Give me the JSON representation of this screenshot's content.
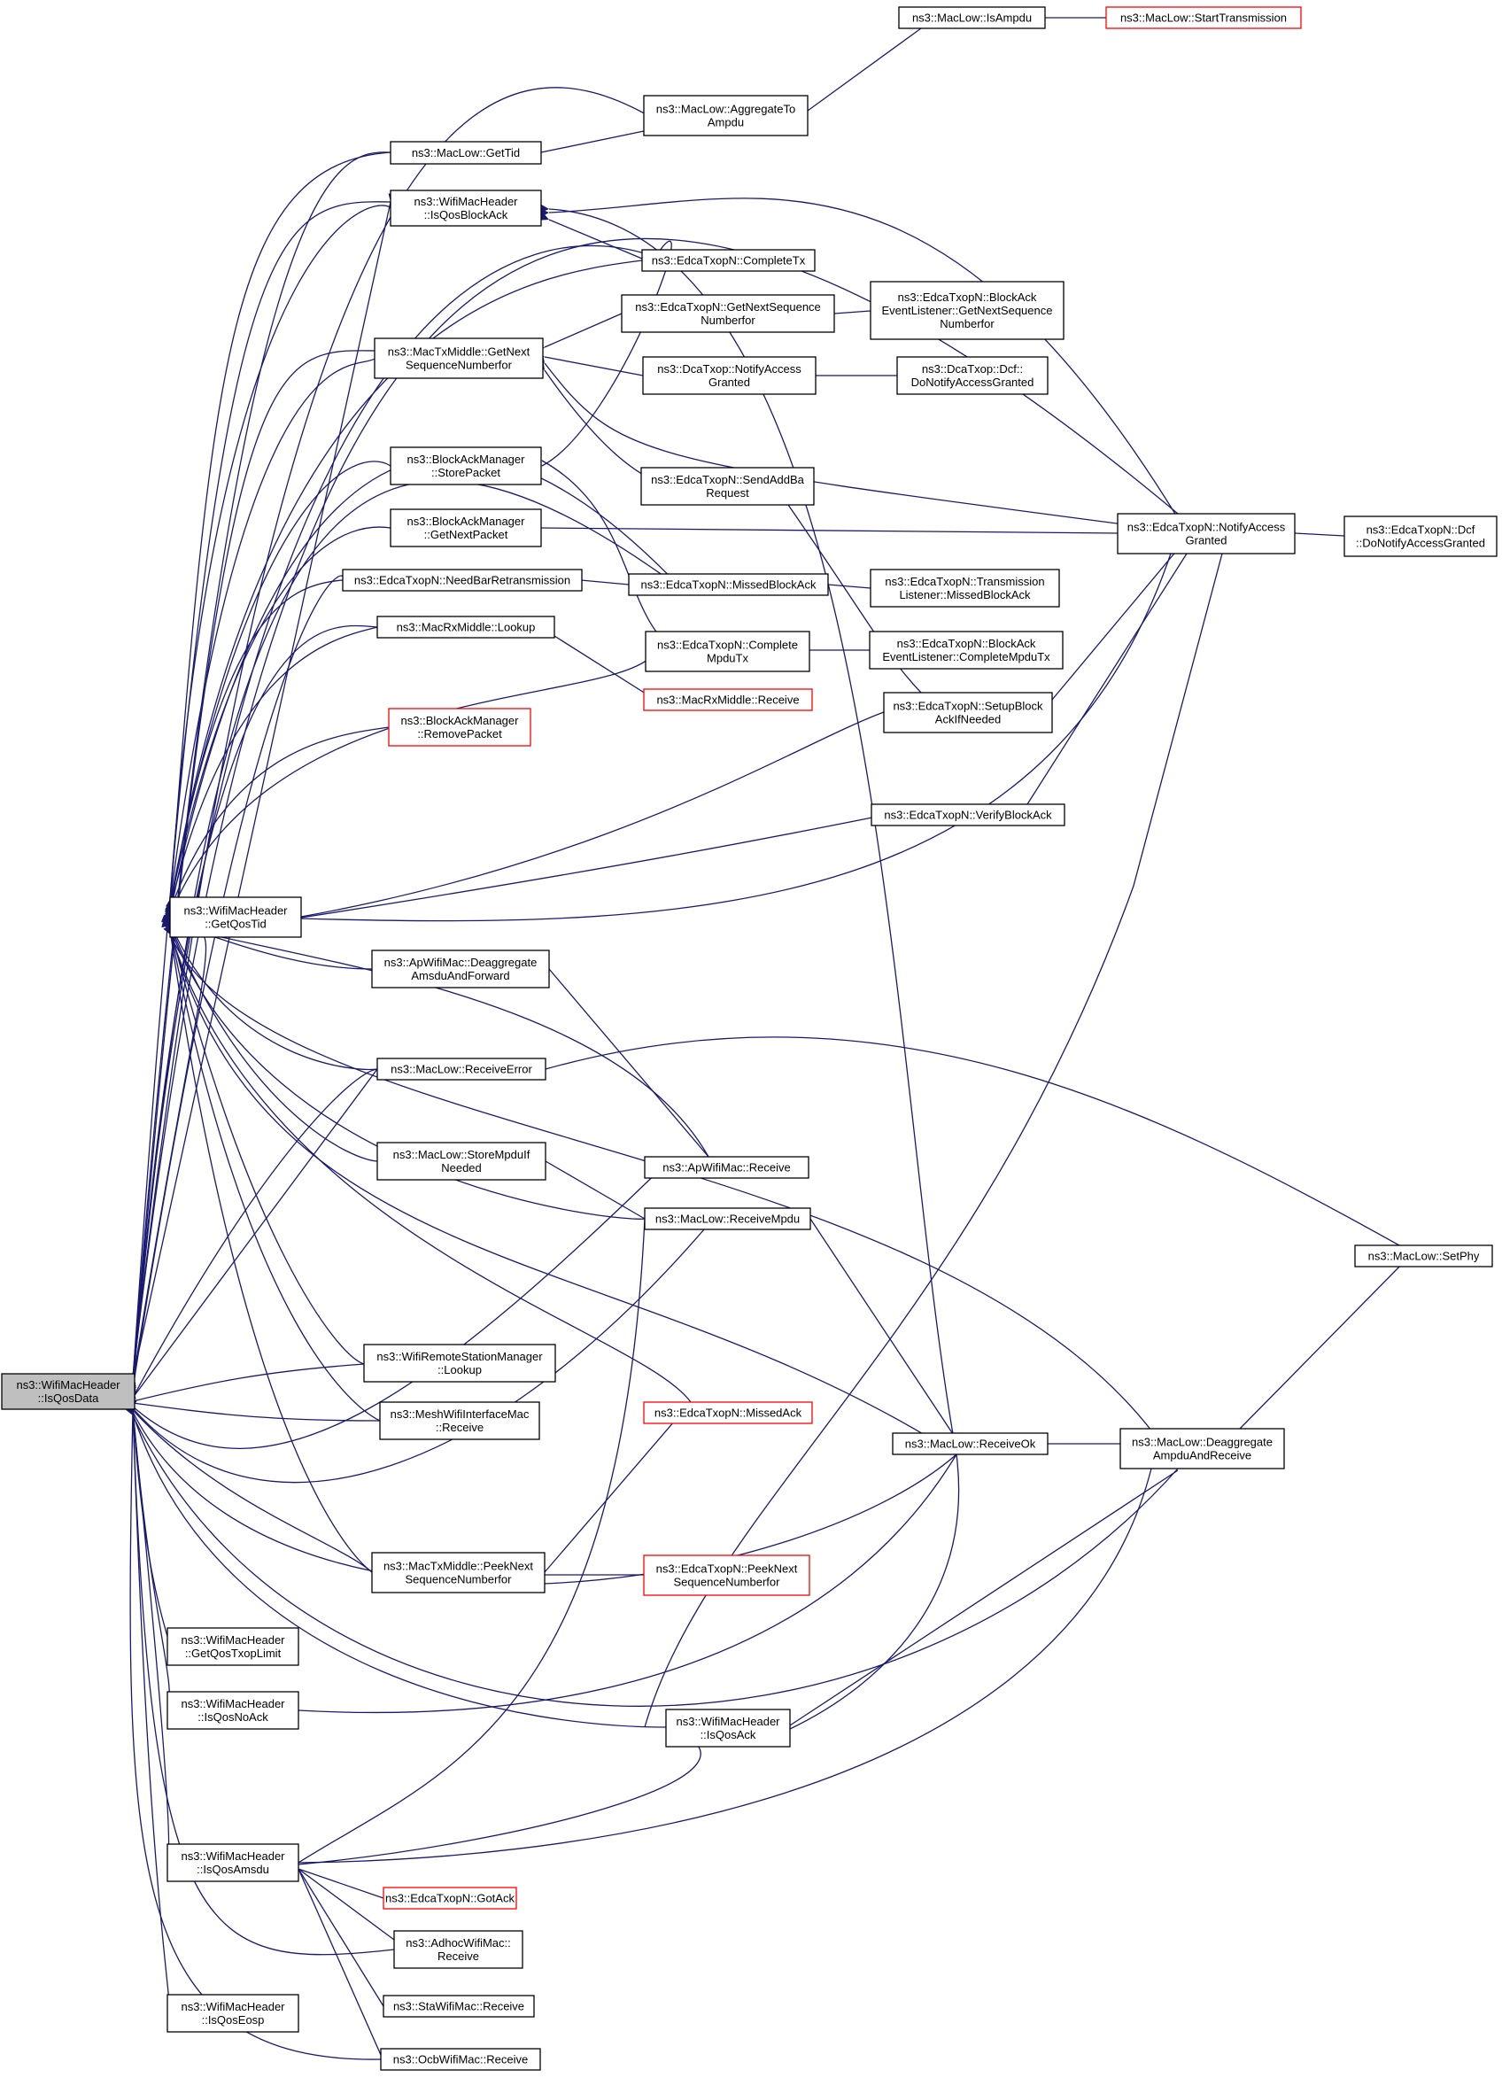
{
  "graph": {
    "nodes": [
      {
        "id": "root",
        "lines": [
          "ns3::WifiMacHeader",
          "::IsQosData"
        ],
        "style": "root"
      },
      {
        "id": "gettid",
        "lines": [
          "ns3::MacLow::GetTid"
        ]
      },
      {
        "id": "isqosblockack",
        "lines": [
          "ns3::WifiMacHeader",
          "::IsQosBlockAck"
        ]
      },
      {
        "id": "getnextseqmiddle",
        "lines": [
          "ns3::MacTxMiddle::GetNext",
          "SequenceNumberfor"
        ]
      },
      {
        "id": "storepacket",
        "lines": [
          "ns3::BlockAckManager",
          "::StorePacket"
        ]
      },
      {
        "id": "getnextpacket",
        "lines": [
          "ns3::BlockAckManager",
          "::GetNextPacket"
        ]
      },
      {
        "id": "needbar",
        "lines": [
          "ns3::EdcaTxopN::NeedBarRetransmission"
        ]
      },
      {
        "id": "lookup",
        "lines": [
          "ns3::MacRxMiddle::Lookup"
        ]
      },
      {
        "id": "removepacket",
        "lines": [
          "ns3::BlockAckManager",
          "::RemovePacket"
        ],
        "style": "red"
      },
      {
        "id": "getqostid",
        "lines": [
          "ns3::WifiMacHeader",
          "::GetQosTid"
        ]
      },
      {
        "id": "apdeagg",
        "lines": [
          "ns3::ApWifiMac::Deaggregate",
          "AmsduAndForward"
        ]
      },
      {
        "id": "receiveerror",
        "lines": [
          "ns3::MacLow::ReceiveError"
        ]
      },
      {
        "id": "storempdu",
        "lines": [
          "ns3::MacLow::StoreMpduIf",
          "Needed"
        ]
      },
      {
        "id": "rsmlookup",
        "lines": [
          "ns3::WifiRemoteStationManager",
          "::Lookup"
        ]
      },
      {
        "id": "meshreceive",
        "lines": [
          "ns3::MeshWifiInterfaceMac",
          "::Receive"
        ]
      },
      {
        "id": "peeknextmiddle",
        "lines": [
          "ns3::MacTxMiddle::PeekNext",
          "SequenceNumberfor"
        ]
      },
      {
        "id": "getqostxop",
        "lines": [
          "ns3::WifiMacHeader",
          "::GetQosTxopLimit"
        ]
      },
      {
        "id": "isqosnoack",
        "lines": [
          "ns3::WifiMacHeader",
          "::IsQosNoAck"
        ]
      },
      {
        "id": "isqosamsdu",
        "lines": [
          "ns3::WifiMacHeader",
          "::IsQosAmsdu"
        ]
      },
      {
        "id": "isqoseosp",
        "lines": [
          "ns3::WifiMacHeader",
          "::IsQosEosp"
        ]
      },
      {
        "id": "isampdu",
        "lines": [
          "ns3::MacLow::IsAmpdu"
        ]
      },
      {
        "id": "starttx",
        "lines": [
          "ns3::MacLow::StartTransmission"
        ],
        "style": "red"
      },
      {
        "id": "aggregate",
        "lines": [
          "ns3::MacLow::AggregateTo",
          "Ampdu"
        ]
      },
      {
        "id": "completetx",
        "lines": [
          "ns3::EdcaTxopN::CompleteTx"
        ]
      },
      {
        "id": "edcagetnext",
        "lines": [
          "ns3::EdcaTxopN::GetNextSequence",
          "Numberfor"
        ]
      },
      {
        "id": "dcanotify",
        "lines": [
          "ns3::DcaTxop::NotifyAccess",
          "Granted"
        ]
      },
      {
        "id": "sendaddba",
        "lines": [
          "ns3::EdcaTxopN::SendAddBa",
          "Request"
        ]
      },
      {
        "id": "missedblockack",
        "lines": [
          "ns3::EdcaTxopN::MissedBlockAck"
        ]
      },
      {
        "id": "completempdutx",
        "lines": [
          "ns3::EdcaTxopN::Complete",
          "MpduTx"
        ]
      },
      {
        "id": "rxmiddlereceive",
        "lines": [
          "ns3::MacRxMiddle::Receive"
        ],
        "style": "red"
      },
      {
        "id": "apreceive",
        "lines": [
          "ns3::ApWifiMac::Receive"
        ]
      },
      {
        "id": "receivempdu",
        "lines": [
          "ns3::MacLow::ReceiveMpdu"
        ]
      },
      {
        "id": "missedack",
        "lines": [
          "ns3::EdcaTxopN::MissedAck"
        ],
        "style": "red"
      },
      {
        "id": "edcapeeknext",
        "lines": [
          "ns3::EdcaTxopN::PeekNext",
          "SequenceNumberfor"
        ],
        "style": "red"
      },
      {
        "id": "isqosack",
        "lines": [
          "ns3::WifiMacHeader",
          "::IsQosAck"
        ]
      },
      {
        "id": "gotack",
        "lines": [
          "ns3::EdcaTxopN::GotAck"
        ],
        "style": "red"
      },
      {
        "id": "adhocreceive",
        "lines": [
          "ns3::AdhocWifiMac::",
          "Receive"
        ]
      },
      {
        "id": "stareceive",
        "lines": [
          "ns3::StaWifiMac::Receive"
        ]
      },
      {
        "id": "ocbreceive",
        "lines": [
          "ns3::OcbWifiMac::Receive"
        ]
      },
      {
        "id": "blockackgetnext",
        "lines": [
          "ns3::EdcaTxopN::BlockAck",
          "EventListener::GetNextSequence",
          "Numberfor"
        ]
      },
      {
        "id": "dcfnotify",
        "lines": [
          "ns3::DcaTxop::Dcf::",
          "DoNotifyAccessGranted"
        ]
      },
      {
        "id": "translistener",
        "lines": [
          "ns3::EdcaTxopN::Transmission",
          "Listener::MissedBlockAck"
        ]
      },
      {
        "id": "blockackcomplete",
        "lines": [
          "ns3::EdcaTxopN::BlockAck",
          "EventListener::CompleteMpduTx"
        ]
      },
      {
        "id": "setupblockack",
        "lines": [
          "ns3::EdcaTxopN::SetupBlock",
          "AckIfNeeded"
        ]
      },
      {
        "id": "verifyblockack",
        "lines": [
          "ns3::EdcaTxopN::VerifyBlockAck"
        ]
      },
      {
        "id": "receiveok",
        "lines": [
          "ns3::MacLow::ReceiveOk"
        ]
      },
      {
        "id": "notifyaccess",
        "lines": [
          "ns3::EdcaTxopN::NotifyAccess",
          "Granted"
        ]
      },
      {
        "id": "deaggampdu",
        "lines": [
          "ns3::MacLow::Deaggregate",
          "AmpduAndReceive"
        ]
      },
      {
        "id": "setphy",
        "lines": [
          "ns3::MacLow::SetPhy"
        ]
      },
      {
        "id": "edcadcfnotify",
        "lines": [
          "ns3::EdcaTxopN::Dcf",
          "::DoNotifyAccessGranted"
        ]
      }
    ]
  }
}
